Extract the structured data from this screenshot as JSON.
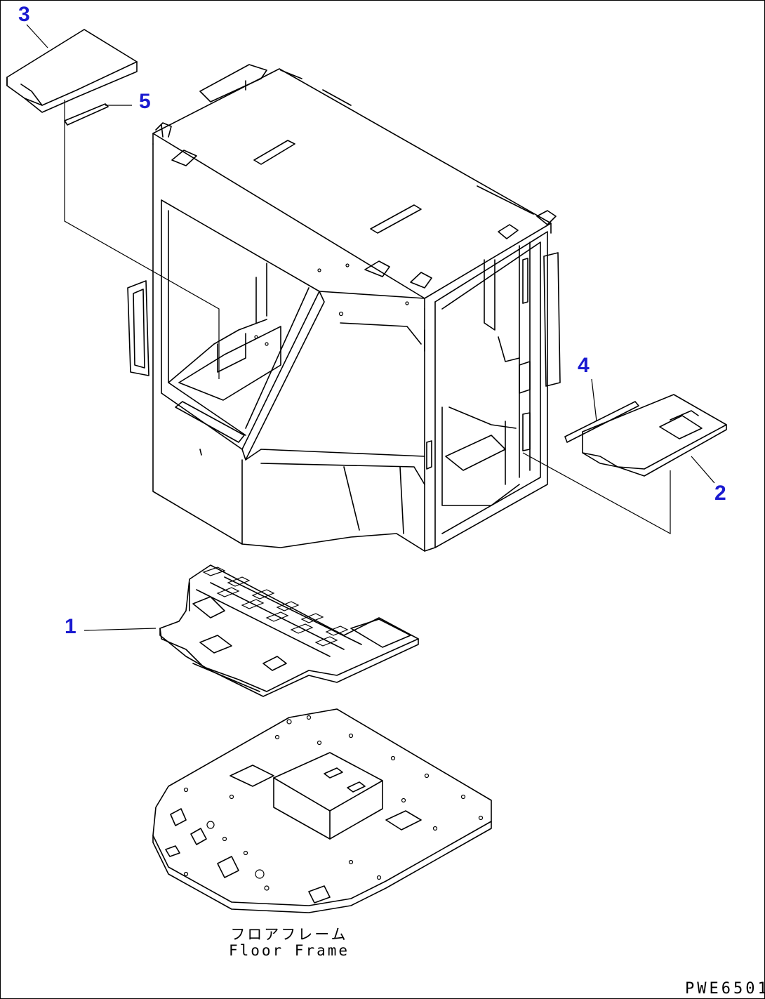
{
  "callouts": [
    {
      "id": "1",
      "text": "1"
    },
    {
      "id": "2",
      "text": "2"
    },
    {
      "id": "3",
      "text": "3"
    },
    {
      "id": "4",
      "text": "4"
    },
    {
      "id": "5",
      "text": "5"
    }
  ],
  "caption": {
    "jp": "フロアフレーム",
    "en": "Floor Frame"
  },
  "drawing_id": "PWE6501",
  "colors": {
    "callout": "#1a1ad0",
    "lines": "#000000",
    "background": "#ffffff"
  }
}
